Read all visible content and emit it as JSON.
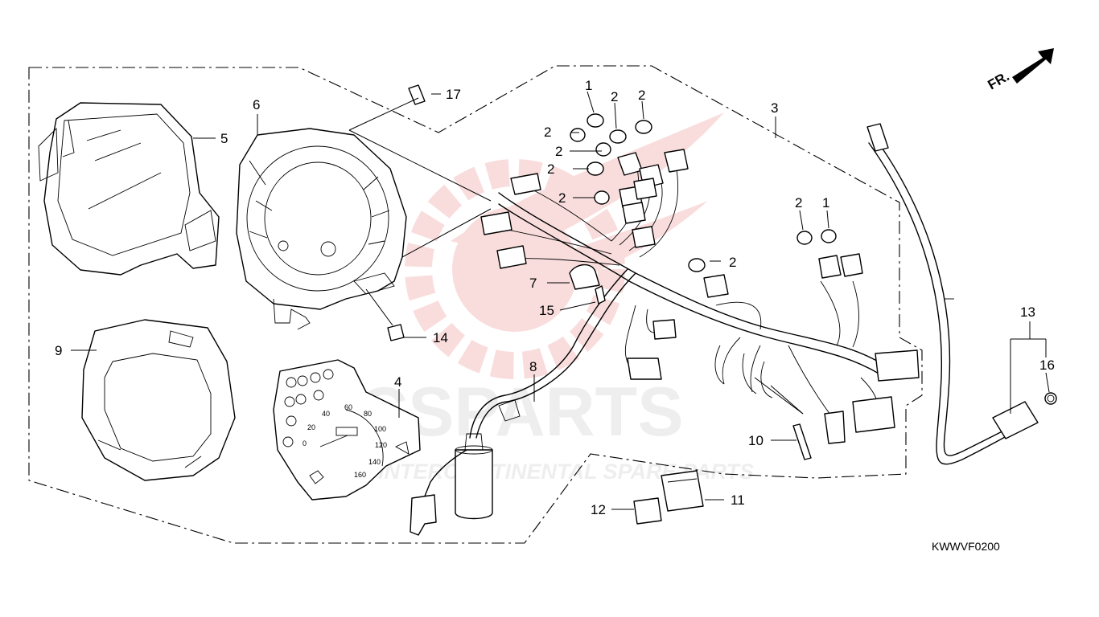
{
  "diagram_code": "KWWVF0200",
  "front_indicator": "FR.",
  "watermark": {
    "brand": "CSPARTS",
    "tagline": "INTERCONTINENTAL SPARE PARTS",
    "color": "#e03030"
  },
  "callouts": {
    "c1a": "1",
    "c1b": "1",
    "c2a": "2",
    "c2b": "2",
    "c2c": "2",
    "c2d": "2",
    "c2e": "2",
    "c2f": "2",
    "c2g": "2",
    "c2h": "2",
    "c3": "3",
    "c4": "4",
    "c5": "5",
    "c6": "6",
    "c7": "7",
    "c8": "8",
    "c9": "9",
    "c10": "10",
    "c11": "11",
    "c12": "12",
    "c13": "13",
    "c14": "14",
    "c15": "15",
    "c16": "16",
    "c17": "17"
  },
  "speedometer": {
    "scale": [
      "0",
      "20",
      "40",
      "60",
      "80",
      "100",
      "120",
      "140",
      "160"
    ]
  }
}
